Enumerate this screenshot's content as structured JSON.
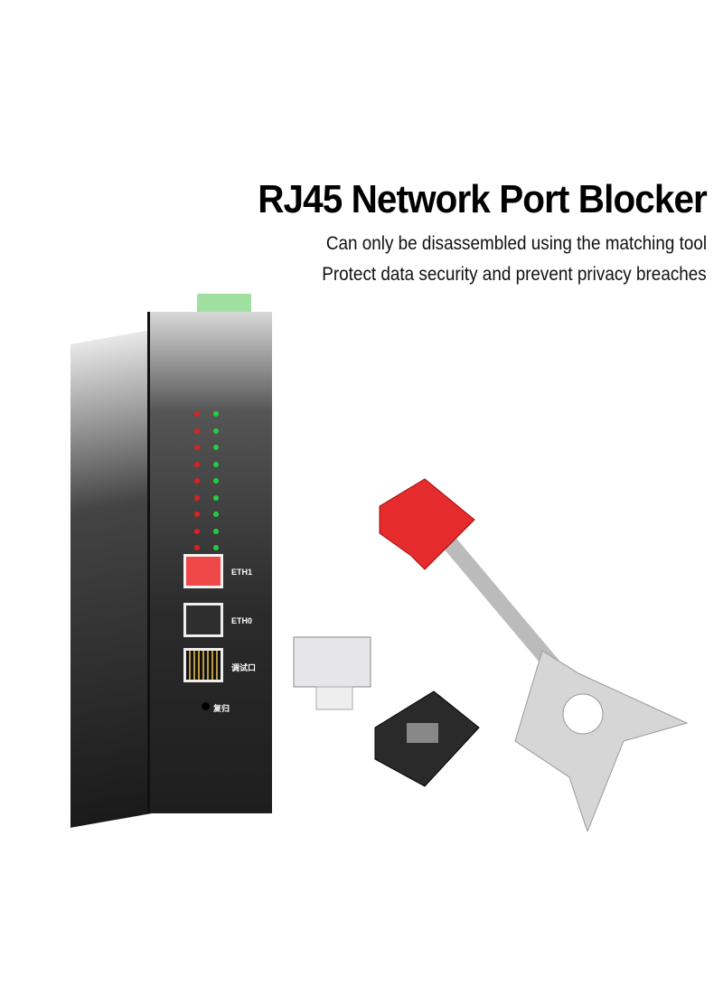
{
  "headline": {
    "title": "RJ45 Network Port Blocker",
    "lines": [
      "Can only be disassembled using the matching tool",
      "Protect data security and prevent privacy breaches"
    ]
  },
  "device": {
    "ports": [
      {
        "label": "ETH1",
        "blocker_color": "#f04040"
      },
      {
        "label": "ETH0",
        "blocker_color": "#333333"
      },
      {
        "label": "调试口"
      }
    ],
    "reset_label": "复归",
    "led_colors": {
      "left": "#e02020",
      "right": "#20d040"
    }
  },
  "accessories": {
    "key_color": "#c8c8c8",
    "key_head_color": "#e52b2b",
    "blockers": [
      "clear",
      "black"
    ]
  }
}
